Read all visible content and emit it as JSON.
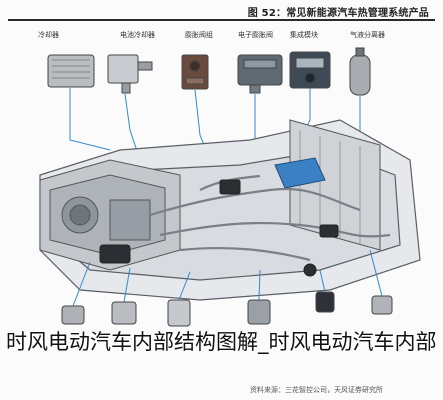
{
  "header": {
    "title": "图 52：常见新能源汽车热管理系统产品"
  },
  "top_labels": [
    "冷却器",
    "电池冷却器",
    "膨胀阀组",
    "电子膨胀阀",
    "集成模块",
    "气液分离器"
  ],
  "footer": {
    "note": "资料来源：三花智控公司，天风证券研究所"
  },
  "overlay": {
    "caption": "时风电动汽车内部结构图解_时风电动汽车内部"
  }
}
